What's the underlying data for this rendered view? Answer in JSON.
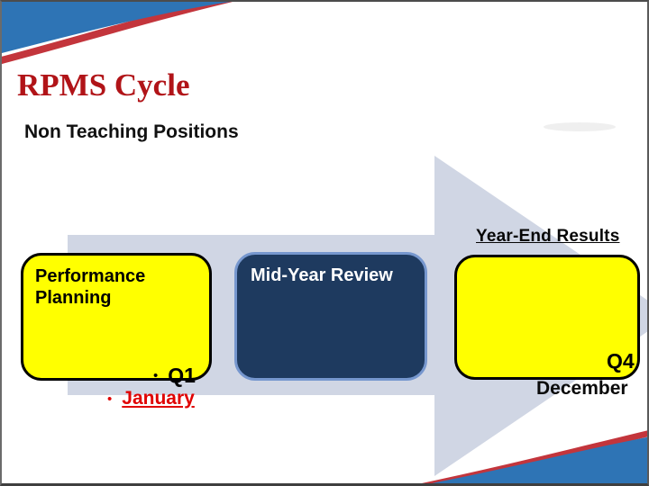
{
  "slide": {
    "title": "RPMS Cycle",
    "subtitle": "Non Teaching Positions"
  },
  "diagram": {
    "type": "process-arrow-right",
    "bullet_char": "•",
    "stages": [
      {
        "label": "Performance Planning",
        "quarter": "Q1",
        "month": "January"
      },
      {
        "label": "Mid-Year Review"
      },
      {
        "label": "Year-End Results",
        "quarter": "Q4",
        "month": "December"
      }
    ]
  },
  "colors": {
    "title_red": "#B11418",
    "month_highlight_red": "#E00000",
    "stage_box_yellow": "#FFFF00",
    "stage_box_navy": "#1E3A5F",
    "stage_box_navy_border": "#7697CE",
    "arrow_fill": "#D0D6E4",
    "corner_blue": "#2E74B5",
    "ribbon_red": "#C3353C"
  }
}
